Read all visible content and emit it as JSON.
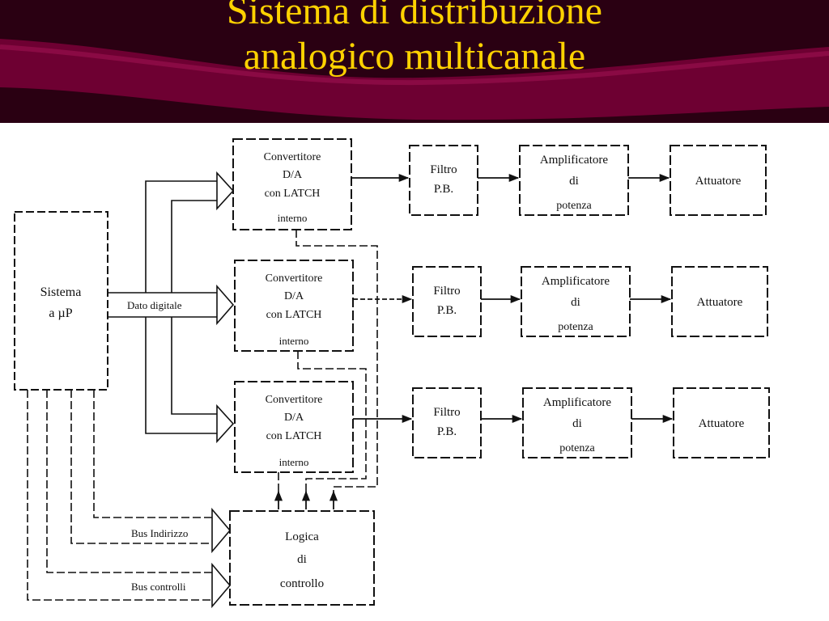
{
  "title": {
    "line1": "Sistema di distribuzione",
    "line2": "analogico multicanale"
  },
  "colors": {
    "background": "#2a0012",
    "wave": "#6e0032",
    "title_text": "#ffd200",
    "diagram_bg": "#ffffff",
    "diagram_ink": "#111111"
  },
  "diagram": {
    "system": {
      "line1": "Sistema",
      "line2": "a µP"
    },
    "data_bus_label": "Dato digitale",
    "address_bus_label": "Bus Indirizzo",
    "control_bus_label": "Bus controlli",
    "logic": {
      "line1": "Logica",
      "line2": "di",
      "line3": "controllo"
    },
    "channels": [
      {
        "converter": {
          "line1": "Convertitore",
          "line2": "D/A",
          "line3": "con LATCH",
          "line4": "interno"
        },
        "filter": {
          "line1": "Filtro",
          "line2": "P.B."
        },
        "amplifier": {
          "line1": "Amplificatore",
          "line2": "di",
          "line3": "potenza"
        },
        "actuator": "Attuatore"
      },
      {
        "converter": {
          "line1": "Convertitore",
          "line2": "D/A",
          "line3": "con LATCH",
          "line4": "interno"
        },
        "filter": {
          "line1": "Filtro",
          "line2": "P.B."
        },
        "amplifier": {
          "line1": "Amplificatore",
          "line2": "di",
          "line3": "potenza"
        },
        "actuator": "Attuatore"
      },
      {
        "converter": {
          "line1": "Convertitore",
          "line2": "D/A",
          "line3": "con LATCH",
          "line4": "interno"
        },
        "filter": {
          "line1": "Filtro",
          "line2": "P.B."
        },
        "amplifier": {
          "line1": "Amplificatore",
          "line2": "di",
          "line3": "potenza"
        },
        "actuator": "Attuatore"
      }
    ]
  }
}
